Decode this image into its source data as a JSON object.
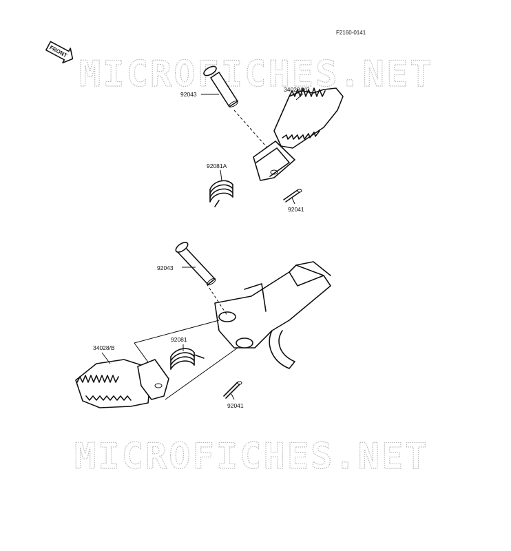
{
  "drawing_code": "F2160-0141",
  "front_arrow": {
    "label": "FRONT",
    "icon": "front-arrow-icon"
  },
  "watermarks": [
    "MICROFICHES.NET",
    "MICROFICHES.NET"
  ],
  "upper_assembly": {
    "labels": {
      "pin": "92043",
      "footpeg": "34028A/C",
      "spring": "92081A",
      "cotter_pin": "92041"
    }
  },
  "lower_assembly": {
    "labels": {
      "pin": "92043",
      "footpeg": "34028/B",
      "spring": "92081",
      "cotter_pin": "92041"
    }
  }
}
